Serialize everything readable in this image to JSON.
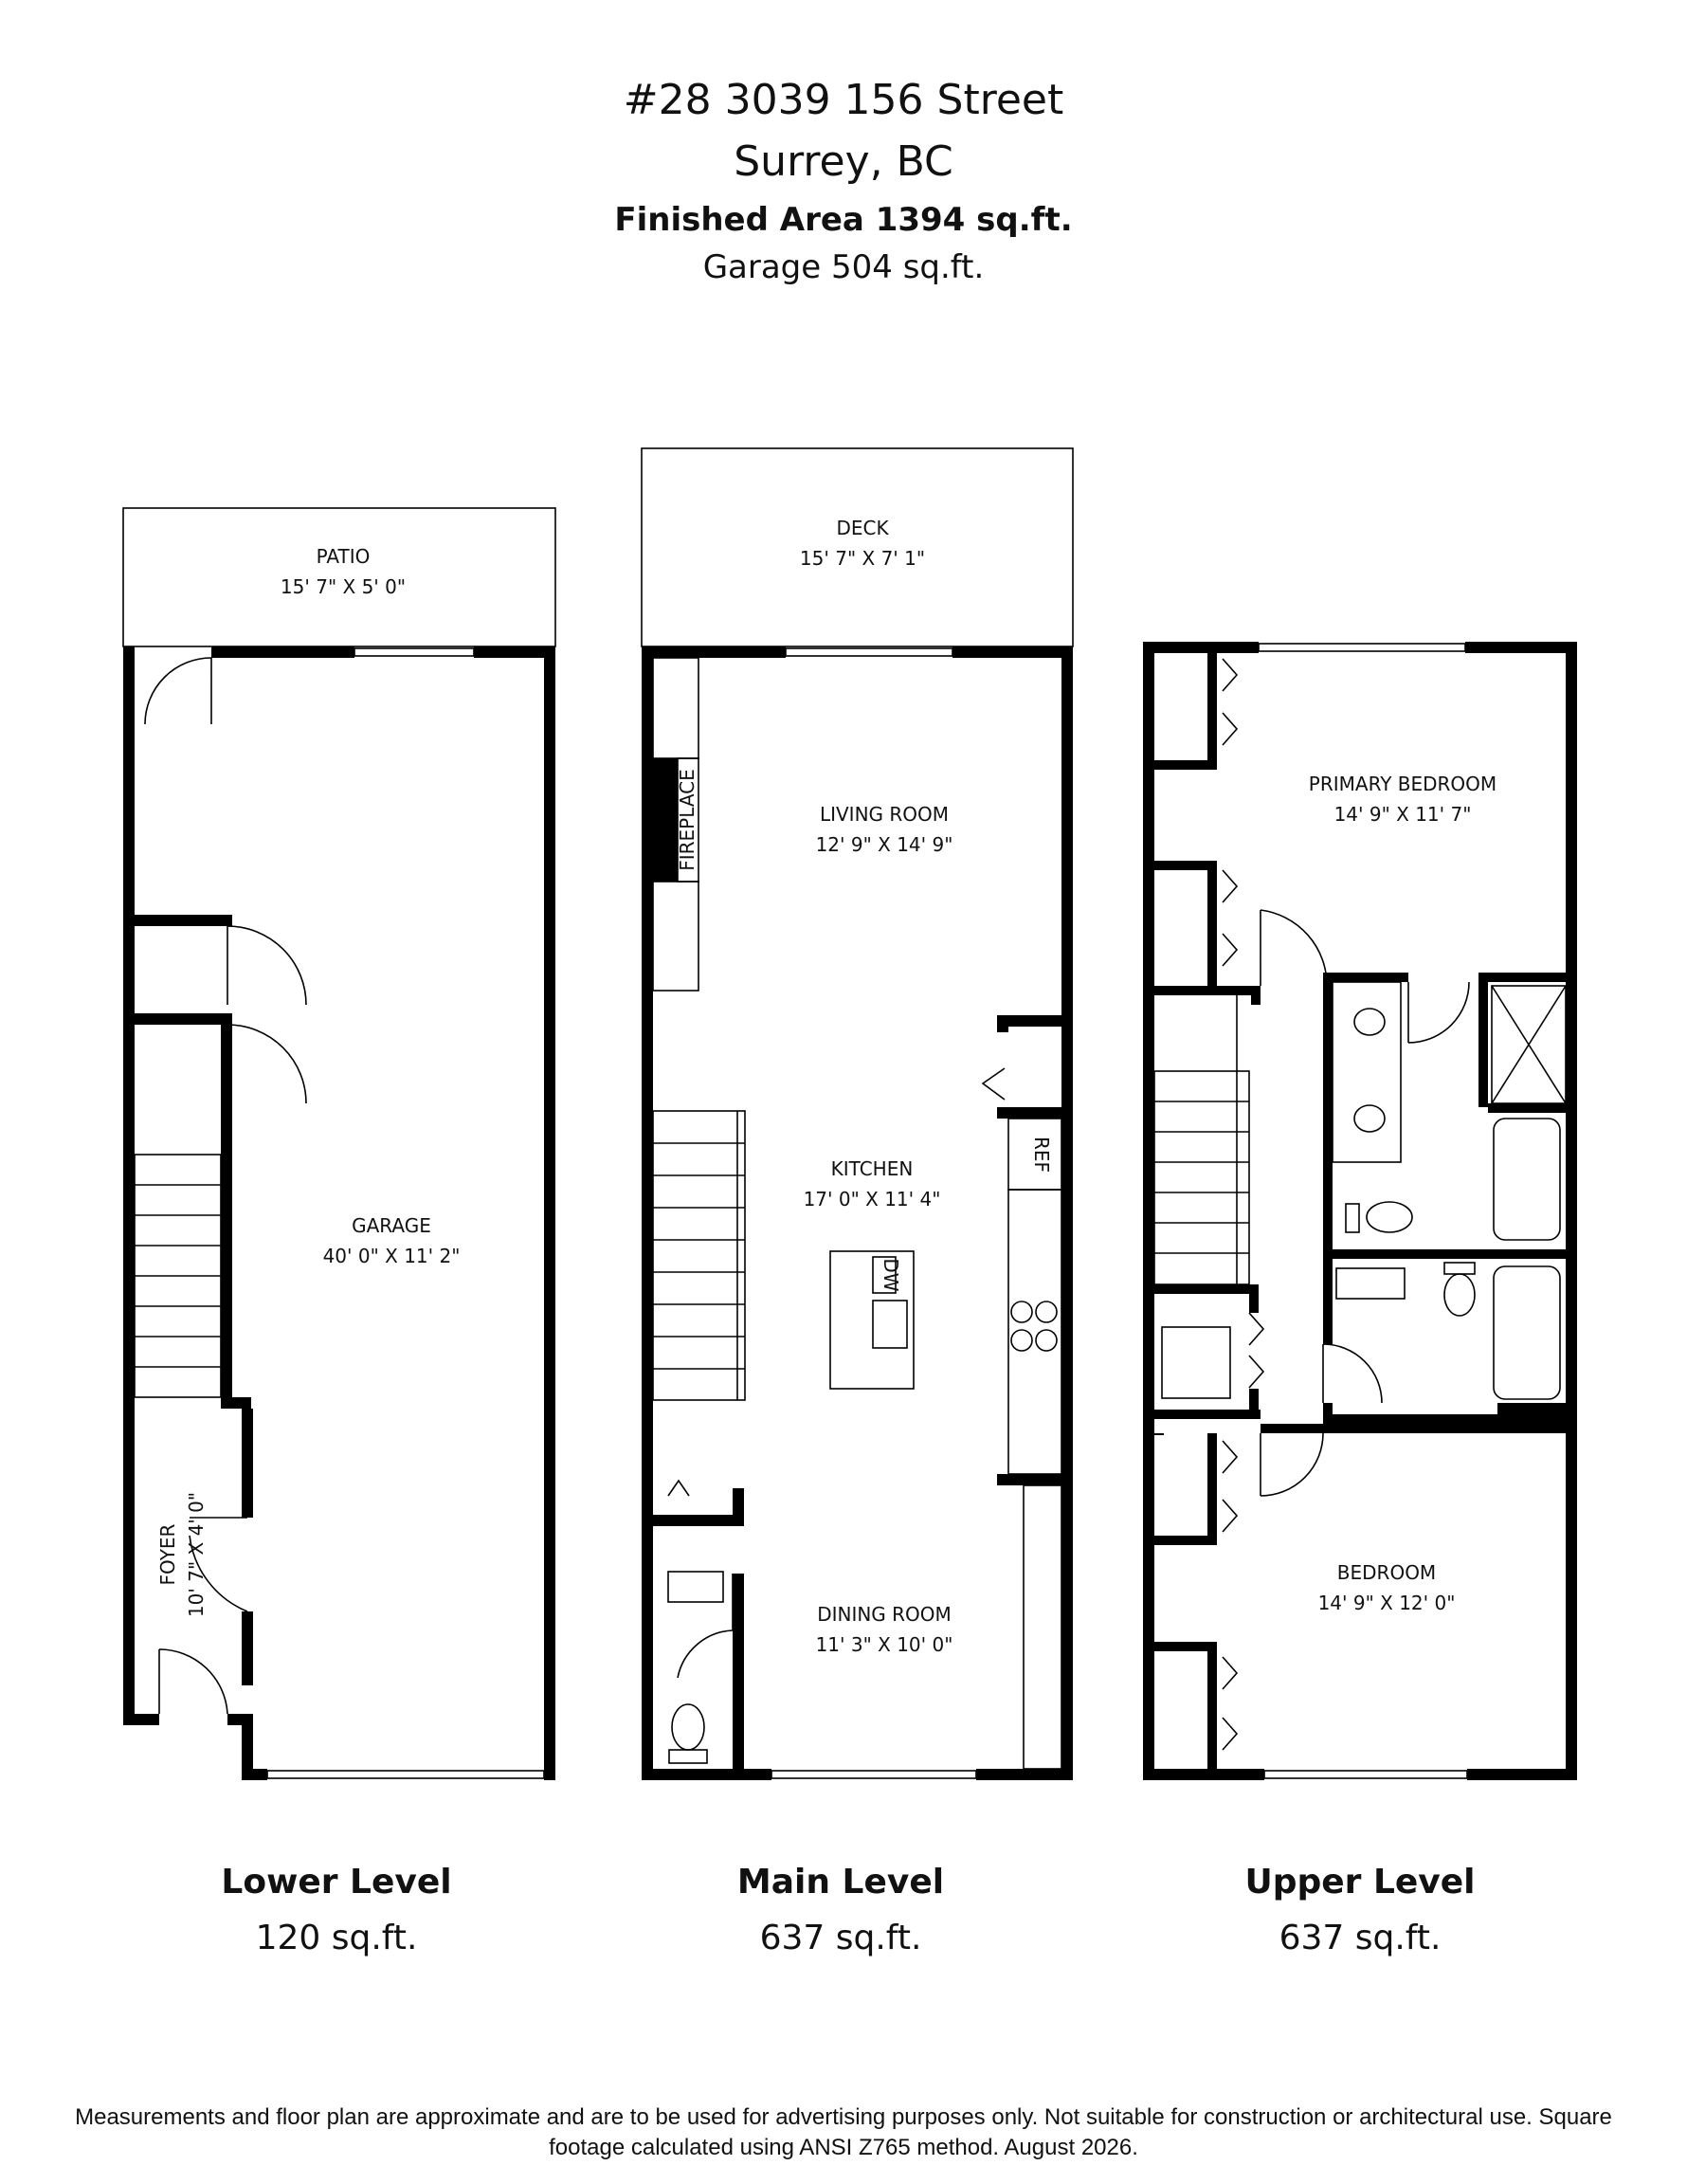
{
  "header": {
    "address": "#28 3039 156 Street",
    "city": "Surrey, BC",
    "finished_area": "Finished Area 1394 sq.ft.",
    "garage_area": "Garage 504 sq.ft."
  },
  "lower_level": {
    "name": "Lower Level",
    "area": "120 sq.ft.",
    "rooms": {
      "patio": {
        "name": "PATIO",
        "dims": "15' 7\" X 5' 0\""
      },
      "garage": {
        "name": "GARAGE",
        "dims": "40' 0\" X 11' 2\""
      },
      "foyer": {
        "name": "FOYER",
        "dims": "10' 7\" X 4' 0\""
      }
    }
  },
  "main_level": {
    "name": "Main Level",
    "area": "637 sq.ft.",
    "rooms": {
      "deck": {
        "name": "DECK",
        "dims": "15' 7\" X 7' 1\""
      },
      "living": {
        "name": "LIVING ROOM",
        "dims": "12' 9\" X 14' 9\""
      },
      "kitchen": {
        "name": "KITCHEN",
        "dims": "17' 0\" X 11' 4\""
      },
      "dining": {
        "name": "DINING ROOM",
        "dims": "11' 3\" X 10' 0\""
      }
    },
    "fixtures": {
      "fireplace": "FIREPLACE",
      "ref": "REF",
      "dw": "DW"
    }
  },
  "upper_level": {
    "name": "Upper Level",
    "area": "637 sq.ft.",
    "rooms": {
      "primary": {
        "name": "PRIMARY BEDROOM",
        "dims": "14' 9\" X 11' 7\""
      },
      "bedroom": {
        "name": "BEDROOM",
        "dims": "14' 9\" X 12' 0\""
      }
    }
  },
  "disclaimer": "Measurements and floor plan are approximate and are to be used for advertising purposes only. Not suitable for construction or architectural use. Square footage calculated using ANSI Z765 method. August 2026."
}
